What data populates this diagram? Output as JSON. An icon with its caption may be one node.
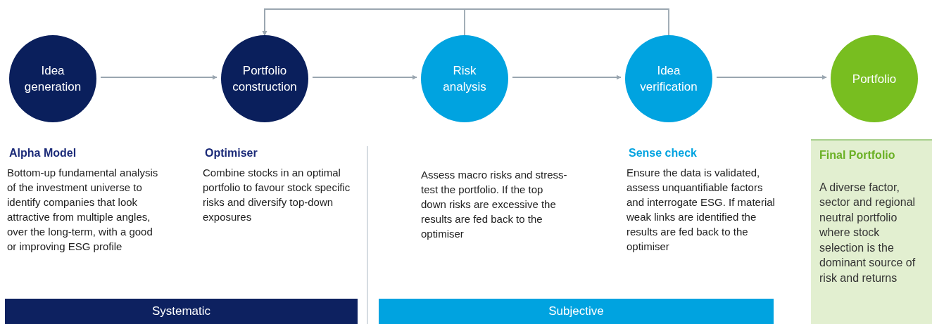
{
  "diagram": {
    "nodes": [
      {
        "text": [
          "Idea generation"
        ],
        "beside": [
          "Alpha Model",
          "Bottom-up fundamental analysis of the investment universe to identify companies that look attractive from multiple angles, over the long-term, with a good or improving ESG profile"
        ]
      },
      {
        "text": [
          "Portfolio construction"
        ],
        "beside": [
          "Optimiser",
          "Combine stocks in an optimal portfolio to favour stock specific risks and diversify top-down exposures"
        ]
      },
      {
        "text": [
          "Risk analysis"
        ]
      },
      {
        "text": [
          "Idea verification"
        ],
        "beside": [
          "Sense check",
          "Ensure the data is validated, assess unquantifiable factors and interrogate ESG. If material weak links are identified the results are fed back to the optimiser"
        ]
      },
      {
        "text": [
          "Portfolio"
        ]
      },
      {
        "text": [
          "Final Portfolio",
          "A diverse factor, sector and regional neutral portfolio where stock selection is the dominant source of risk and returns"
        ]
      },
      {
        "text": [
          "Systematic"
        ]
      },
      {
        "text": [
          "Subjective"
        ]
      }
    ],
    "edges": [
      {
        "from": 0,
        "to": 1,
        "arrow": "to"
      },
      {
        "from": 1,
        "to": 2,
        "arrow": "to"
      },
      {
        "from": 2,
        "to": 3,
        "arrow": "to"
      },
      {
        "from": 3,
        "to": 4,
        "arrow": "to"
      },
      {
        "from": 2,
        "to": 1,
        "arrow": "to"
      },
      {
        "from": 3,
        "to": 1,
        "arrow": "to"
      }
    ],
    "labels": [
      "Assess macro risks and stress-test the portfolio. If the top down risks are excessive the results are fed back to the optimiser"
    ]
  }
}
